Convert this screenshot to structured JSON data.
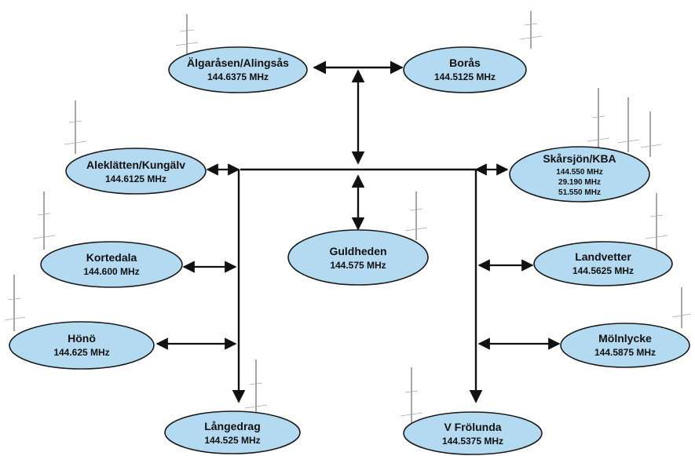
{
  "nodes": {
    "algarasen": {
      "name": "Älgaråsen/Alingsås",
      "freq": "144.6375 MHz"
    },
    "boras": {
      "name": "Borås",
      "freq": "144.5125 MHz"
    },
    "aleklatten": {
      "name": "Aleklätten/Kungälv",
      "freq": "144.6125 MHz"
    },
    "skarsjon": {
      "name": "Skårsjön/KBA",
      "freqs": [
        "144.550 MHz",
        "29.190 MHz",
        "51.550 MHz"
      ]
    },
    "kortedala": {
      "name": "Kortedala",
      "freq": "144.600 MHz"
    },
    "guldheden": {
      "name": "Guldheden",
      "freq": "144.575 MHz"
    },
    "landvetter": {
      "name": "Landvetter",
      "freq": "144.5625 MHz"
    },
    "hono": {
      "name": "Hönö",
      "freq": "144.625 MHz"
    },
    "molnlycke": {
      "name": "Mölnlycke",
      "freq": "144.5875 MHz"
    },
    "langedrag": {
      "name": "Långedrag",
      "freq": "144.525 MHz"
    },
    "vfrolunda": {
      "name": "V Frölunda",
      "freq": "144.5375 MHz"
    }
  },
  "colors": {
    "node_fill": "#b3daf0",
    "line": "#111111",
    "antenna": "#6a6a6a"
  }
}
